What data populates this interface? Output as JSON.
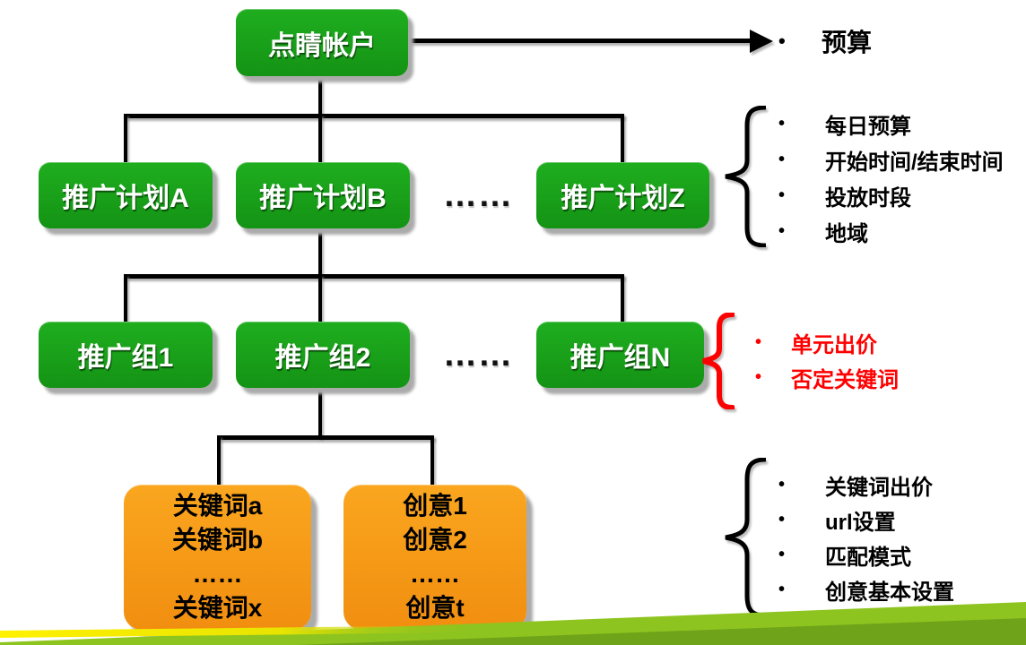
{
  "account": {
    "label": "点睛帐户"
  },
  "account_annotation": {
    "items": [
      "预算"
    ]
  },
  "campaigns": {
    "box_a": "推广计划A",
    "box_b": "推广计划B",
    "box_z": "推广计划Z",
    "ellipsis": "……"
  },
  "campaign_annotation": {
    "items": [
      "每日预算",
      "开始时间/结束时间",
      "投放时段",
      "地域"
    ]
  },
  "adgroups": {
    "box_1": "推广组1",
    "box_2": "推广组2",
    "box_n": "推广组N",
    "ellipsis": "……"
  },
  "adgroup_annotation": {
    "items": [
      "单元出价",
      "否定关键词"
    ],
    "text_color": "#FF0000"
  },
  "leaves": {
    "keywords": {
      "lines": [
        "关键词a",
        "关键词b",
        "……",
        "关键词x"
      ]
    },
    "creatives": {
      "lines": [
        "创意1",
        "创意2",
        "……",
        "创意t"
      ]
    }
  },
  "leaf_annotation": {
    "items": [
      "关键词出价",
      "url设置",
      "匹配模式",
      "创意基本设置"
    ]
  },
  "glyphs": {
    "bullet": "•"
  },
  "colors": {
    "node_green": "#17A317",
    "node_orange": "#F89B16",
    "annotation_red": "#FF0000",
    "connector_black": "#000000",
    "footer_light_green": "#8EC41F",
    "footer_dark_green": "#6FA31A",
    "footer_yellow": "#FFF100"
  }
}
